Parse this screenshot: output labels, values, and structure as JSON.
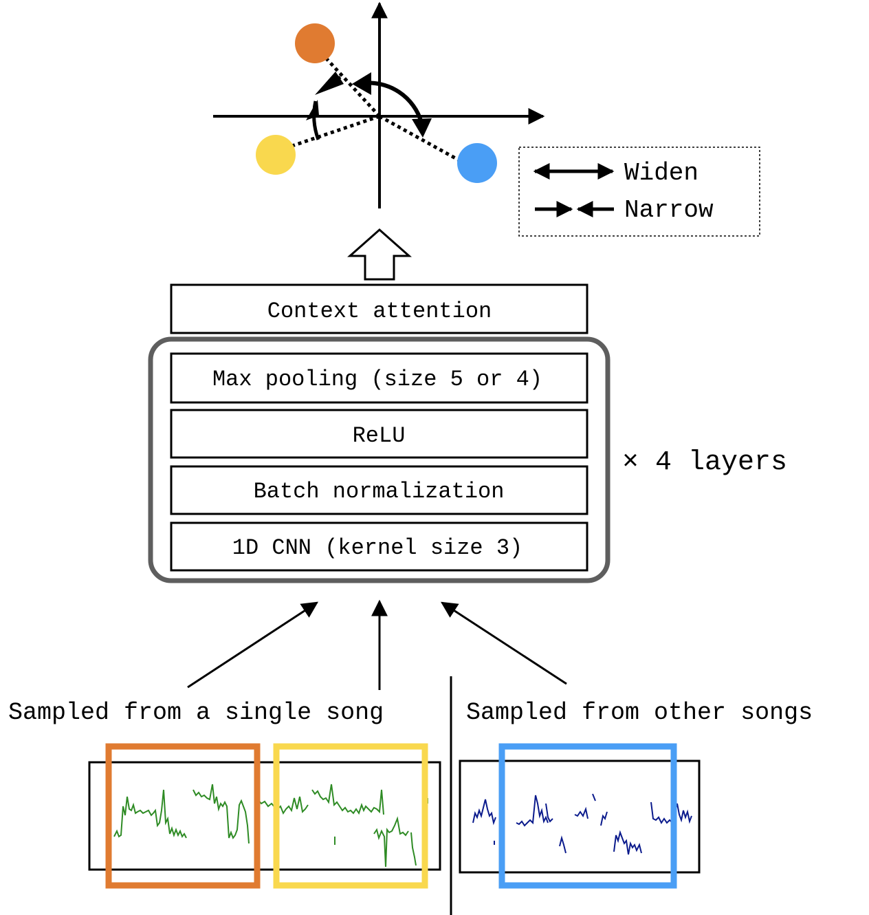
{
  "legend": {
    "widen": "Widen",
    "narrow": "Narrow"
  },
  "layers": {
    "context_attention": "Context attention",
    "max_pooling": "Max pooling (size 5 or 4)",
    "relu": "ReLU",
    "batch_norm": "Batch normalization",
    "cnn": "1D CNN (kernel size 3)",
    "repeat": "× 4 layers"
  },
  "captions": {
    "single_song": "Sampled from a single song",
    "other_songs": "Sampled from other songs"
  },
  "colors": {
    "orange": "#E07B31",
    "yellow": "#F9D84E",
    "blue": "#4A9EF5",
    "green_signal": "#2E8B24",
    "blue_signal": "#0A1A8C",
    "frame_gray": "#5E5E5E"
  }
}
